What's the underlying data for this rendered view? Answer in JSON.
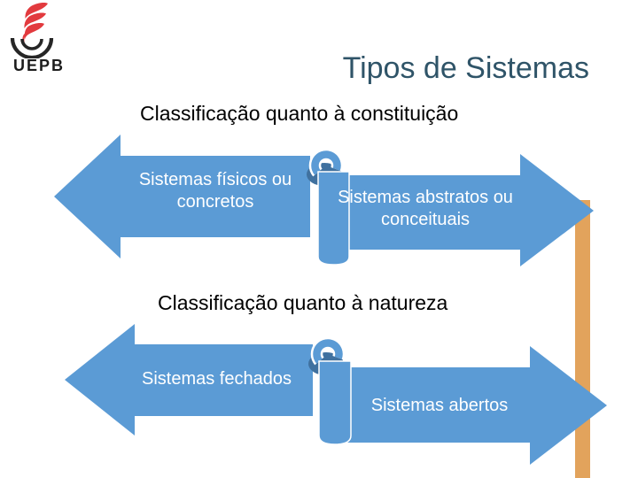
{
  "slide": {
    "background": "#FFFFFF"
  },
  "logo": {
    "text": "UEPB",
    "flame_color": "#E23A3E",
    "arc_color": "#262626",
    "text_color": "#1C1C1C"
  },
  "title": {
    "text": "Tipos de Sistemas",
    "color": "#2F5468"
  },
  "sections": [
    {
      "heading": "Classificação quanto à constituição",
      "left_arrow_label": "Sistemas físicos ou\nconcretos",
      "right_arrow_label": "Sistemas abstratos ou\nconceituais"
    },
    {
      "heading": "Classificação quanto à natureza",
      "left_arrow_label": "Sistemas fechados",
      "right_arrow_label": "Sistemas abertos"
    }
  ],
  "colors": {
    "arrow_fill": "#5B9BD5",
    "scroll_shadow": "#40719F",
    "accent_bar": "#E2A35C",
    "heading_text": "#000000",
    "arrow_text": "#FFFFFF"
  }
}
